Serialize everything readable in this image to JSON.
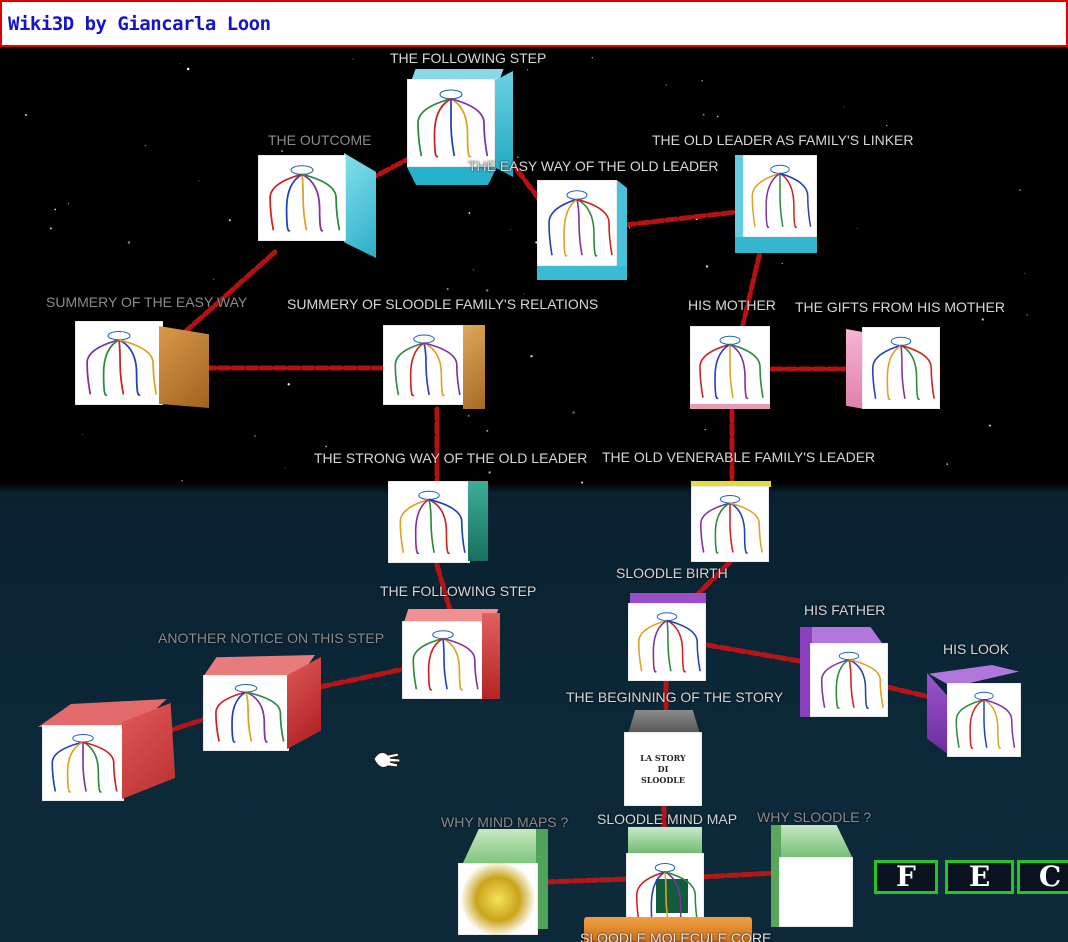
{
  "window": {
    "title": "Wiki3D by Giancarla Loon"
  },
  "colors": {
    "title_border": "#e00000",
    "title_text": "#1414c8",
    "link": "#c81414",
    "hud_border": "#22c522"
  },
  "nodes": {
    "following_step_top": {
      "label": "THE FOLLOWING STEP",
      "color": "cyan"
    },
    "outcome": {
      "label": "THE OUTCOME",
      "color": "cyan"
    },
    "easy_way": {
      "label": "THE EASY WAY OF THE OLD LEADER",
      "color": "cyan"
    },
    "old_leader_linker": {
      "label": "THE OLD LEADER AS FAMILY'S LINKER",
      "color": "cyan"
    },
    "summery_easy_way": {
      "label": "SUMMERY OF THE EASY WAY",
      "color": "orange"
    },
    "summery_relations": {
      "label": "SUMMERY OF SLOODLE FAMILY'S RELATIONS",
      "color": "orange"
    },
    "his_mother": {
      "label": "HIS MOTHER",
      "color": "pink"
    },
    "gifts_mother": {
      "label": "THE GIFTS FROM HIS MOTHER",
      "color": "pink"
    },
    "strong_way": {
      "label": "THE STRONG WAY OF THE OLD LEADER",
      "color": "teal"
    },
    "venerable_leader": {
      "label": "THE OLD VENERABLE FAMILY'S LEADER",
      "color": "yellow"
    },
    "following_step_mid": {
      "label": "THE FOLLOWING STEP",
      "color": "red"
    },
    "another_notice": {
      "label": "ANOTHER NOTICE ON THIS STEP",
      "color": "red"
    },
    "red_far": {
      "label": "",
      "color": "red"
    },
    "sloodle_birth": {
      "label": "SLOODLE BIRTH",
      "color": "purple"
    },
    "his_father": {
      "label": "HIS FATHER",
      "color": "purple"
    },
    "his_look": {
      "label": "HIS LOOK",
      "color": "purple"
    },
    "beginning_story": {
      "label": "THE BEGINNING OF THE STORY",
      "color": "gray",
      "face_text": [
        "LA STORY",
        "DI",
        "SLOODLE"
      ]
    },
    "why_mind_maps": {
      "label": "WHY MIND MAPS ?",
      "color": "green"
    },
    "sloodle_mind_map": {
      "label": "SLOODLE MIND MAP",
      "color": "green"
    },
    "why_sloodle": {
      "label": "WHY SLOODLE ?",
      "color": "green"
    },
    "molecule_core": {
      "label": "SLOODLE MOLECULE CORE",
      "color": "orange"
    }
  },
  "hud": {
    "buttons": [
      "F",
      "E",
      "C"
    ]
  },
  "icons": {
    "cursor": "hand-cursor-icon"
  }
}
